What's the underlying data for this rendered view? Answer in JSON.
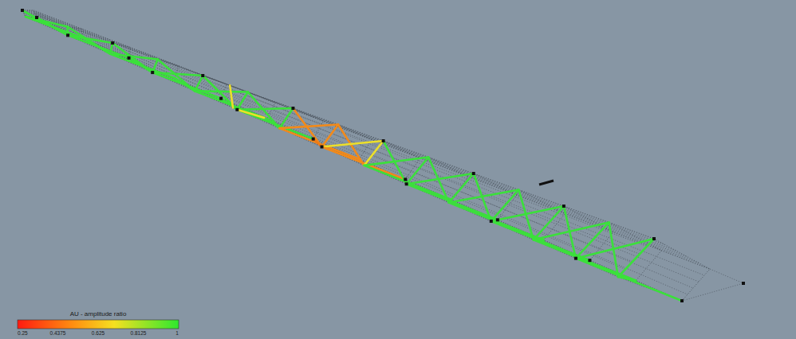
{
  "diagram": {
    "labels": [
      "AU - amplitude ratio",
      "0.25",
      "0.4375",
      "0.625",
      "0.8125",
      "1"
    ]
  }
}
